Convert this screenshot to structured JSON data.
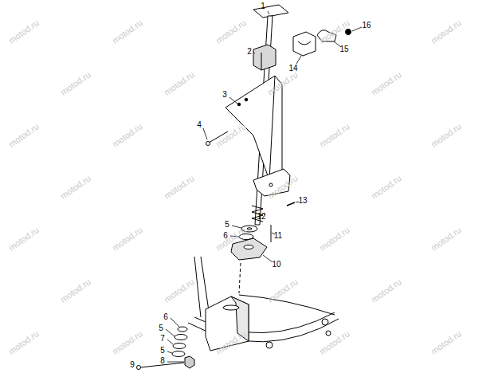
{
  "diagram": {
    "labels": [
      "1",
      "16",
      "2",
      "15",
      "14",
      "3",
      "4",
      "13",
      "5",
      "12",
      "11",
      "6",
      "10",
      "6",
      "5",
      "7",
      "5",
      "8",
      "9",
      "motod.ru",
      "motod.ru",
      "motod.ru",
      "motod.ru",
      "motod.ru",
      "motod.ru",
      "motod.ru",
      "motod.ru",
      "motod.ru",
      "motod.ru",
      "motod.ru",
      "motod.ru",
      "motod.ru",
      "motod.ru",
      "motod.ru",
      "motod.ru",
      "motod.ru",
      "motod.ru",
      "motod.ru",
      "motod.ru",
      "motod.ru",
      "motod.ru",
      "motod.ru",
      "motod.ru",
      "motod.ru",
      "motod.ru",
      "motod.ru",
      "motod.ru",
      "motod.ru",
      "motod.ru",
      "motod.ru",
      "motod.ru"
    ]
  }
}
